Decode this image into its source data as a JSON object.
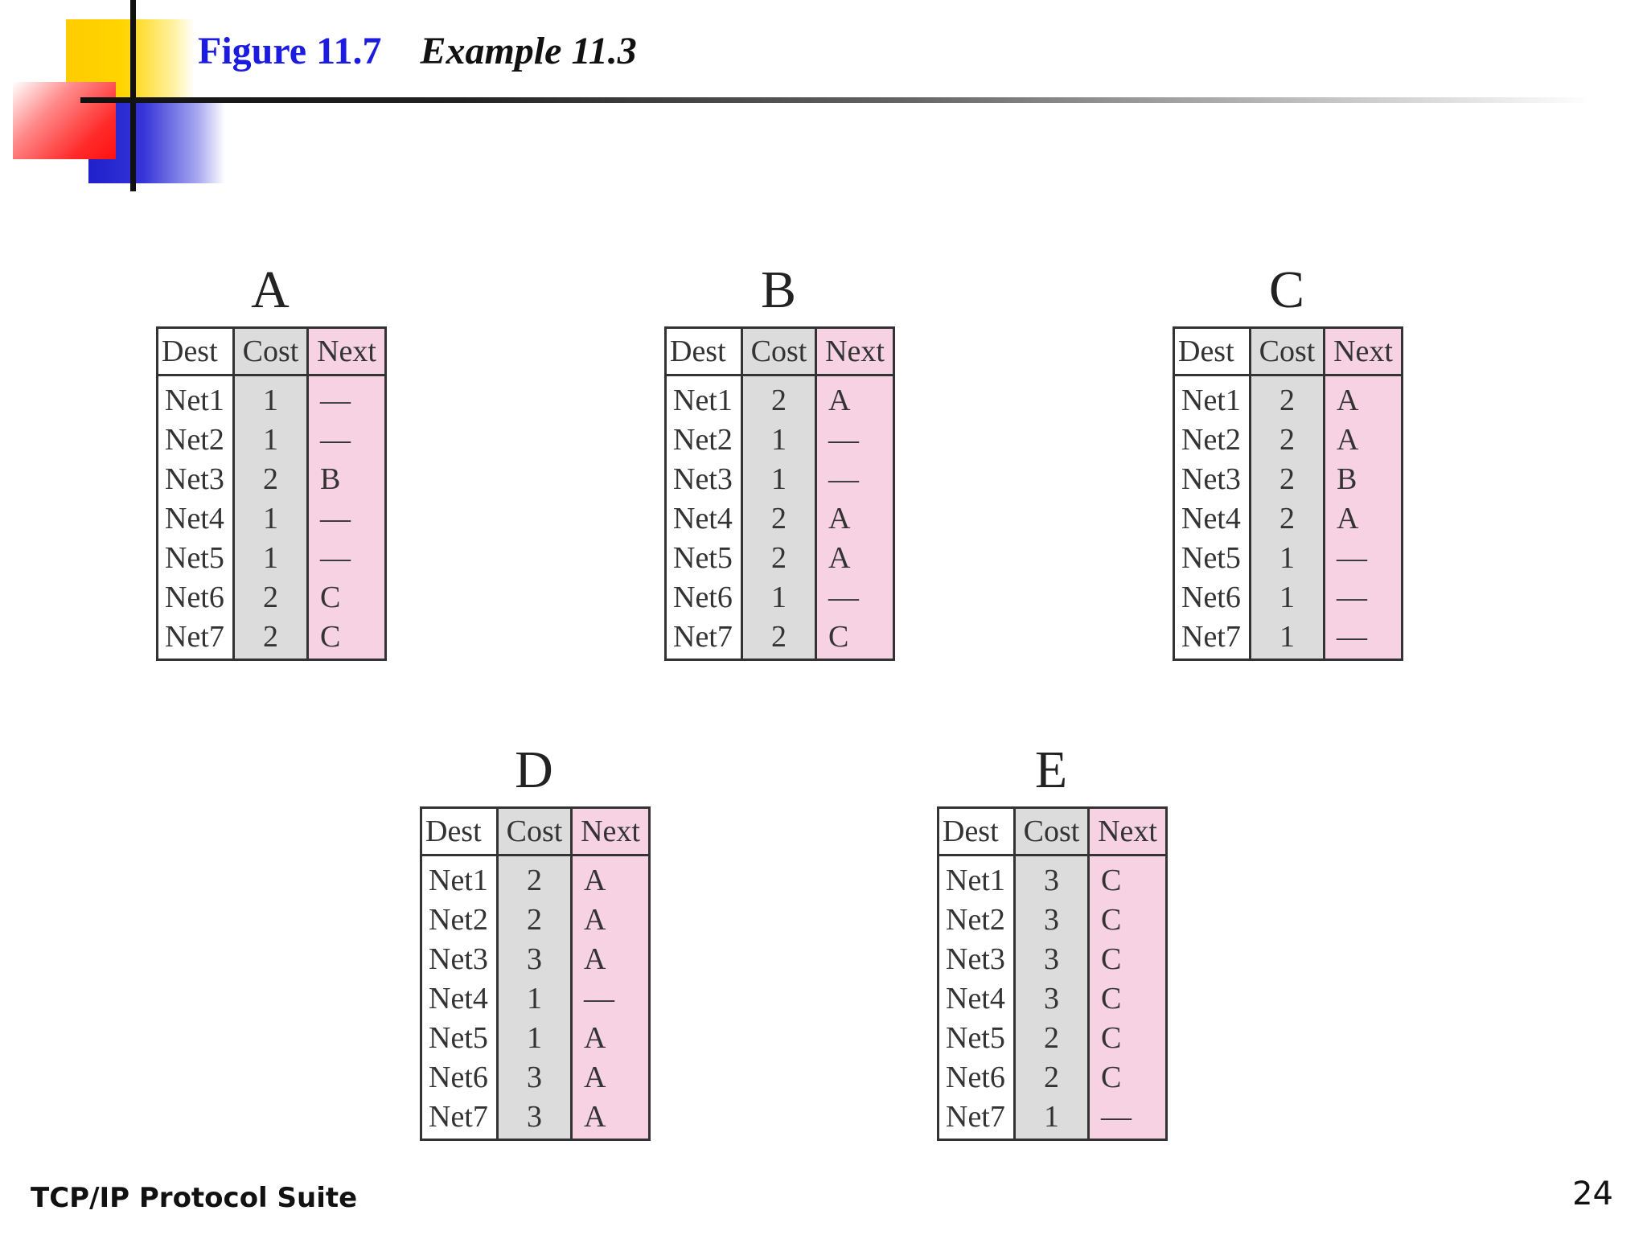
{
  "slide": {
    "figure_label": "Figure 11.7",
    "example_label": "Example 11.3",
    "footer": "TCP/IP Protocol Suite",
    "page_number": "24"
  },
  "table_headers": {
    "dest": "Dest",
    "cost": "Cost",
    "next": "Next"
  },
  "routers": [
    {
      "name": "A",
      "rows": [
        {
          "dest": "Net1",
          "cost": "1",
          "next": "—"
        },
        {
          "dest": "Net2",
          "cost": "1",
          "next": "—"
        },
        {
          "dest": "Net3",
          "cost": "2",
          "next": "B"
        },
        {
          "dest": "Net4",
          "cost": "1",
          "next": "—"
        },
        {
          "dest": "Net5",
          "cost": "1",
          "next": "—"
        },
        {
          "dest": "Net6",
          "cost": "2",
          "next": "C"
        },
        {
          "dest": "Net7",
          "cost": "2",
          "next": "C"
        }
      ]
    },
    {
      "name": "B",
      "rows": [
        {
          "dest": "Net1",
          "cost": "2",
          "next": "A"
        },
        {
          "dest": "Net2",
          "cost": "1",
          "next": "—"
        },
        {
          "dest": "Net3",
          "cost": "1",
          "next": "—"
        },
        {
          "dest": "Net4",
          "cost": "2",
          "next": "A"
        },
        {
          "dest": "Net5",
          "cost": "2",
          "next": "A"
        },
        {
          "dest": "Net6",
          "cost": "1",
          "next": "—"
        },
        {
          "dest": "Net7",
          "cost": "2",
          "next": "C"
        }
      ]
    },
    {
      "name": "C",
      "rows": [
        {
          "dest": "Net1",
          "cost": "2",
          "next": "A"
        },
        {
          "dest": "Net2",
          "cost": "2",
          "next": "A"
        },
        {
          "dest": "Net3",
          "cost": "2",
          "next": "B"
        },
        {
          "dest": "Net4",
          "cost": "2",
          "next": "A"
        },
        {
          "dest": "Net5",
          "cost": "1",
          "next": "—"
        },
        {
          "dest": "Net6",
          "cost": "1",
          "next": "—"
        },
        {
          "dest": "Net7",
          "cost": "1",
          "next": "—"
        }
      ]
    },
    {
      "name": "D",
      "rows": [
        {
          "dest": "Net1",
          "cost": "2",
          "next": "A"
        },
        {
          "dest": "Net2",
          "cost": "2",
          "next": "A"
        },
        {
          "dest": "Net3",
          "cost": "3",
          "next": "A"
        },
        {
          "dest": "Net4",
          "cost": "1",
          "next": "—"
        },
        {
          "dest": "Net5",
          "cost": "1",
          "next": "A"
        },
        {
          "dest": "Net6",
          "cost": "3",
          "next": "A"
        },
        {
          "dest": "Net7",
          "cost": "3",
          "next": "A"
        }
      ]
    },
    {
      "name": "E",
      "rows": [
        {
          "dest": "Net1",
          "cost": "3",
          "next": "C"
        },
        {
          "dest": "Net2",
          "cost": "3",
          "next": "C"
        },
        {
          "dest": "Net3",
          "cost": "3",
          "next": "C"
        },
        {
          "dest": "Net4",
          "cost": "3",
          "next": "C"
        },
        {
          "dest": "Net5",
          "cost": "2",
          "next": "C"
        },
        {
          "dest": "Net6",
          "cost": "2",
          "next": "C"
        },
        {
          "dest": "Net7",
          "cost": "1",
          "next": "—"
        }
      ]
    }
  ]
}
